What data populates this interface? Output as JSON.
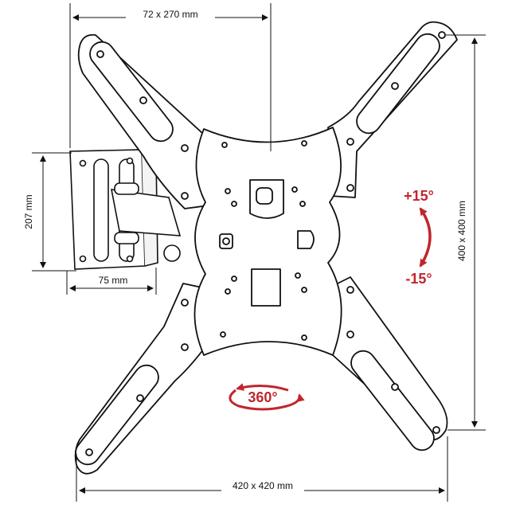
{
  "dimensions": {
    "top": "72 x 270 mm",
    "left_height": "207 mm",
    "left_depth": "75 mm",
    "right": "400 x 400 mm",
    "bottom": "420 x 420 mm"
  },
  "tilt": {
    "up": "+15°",
    "down": "-15°"
  },
  "rotation": {
    "label": "360°"
  },
  "colors": {
    "line": "#111111",
    "accent": "#c0262c",
    "fill": "#ffffff"
  }
}
